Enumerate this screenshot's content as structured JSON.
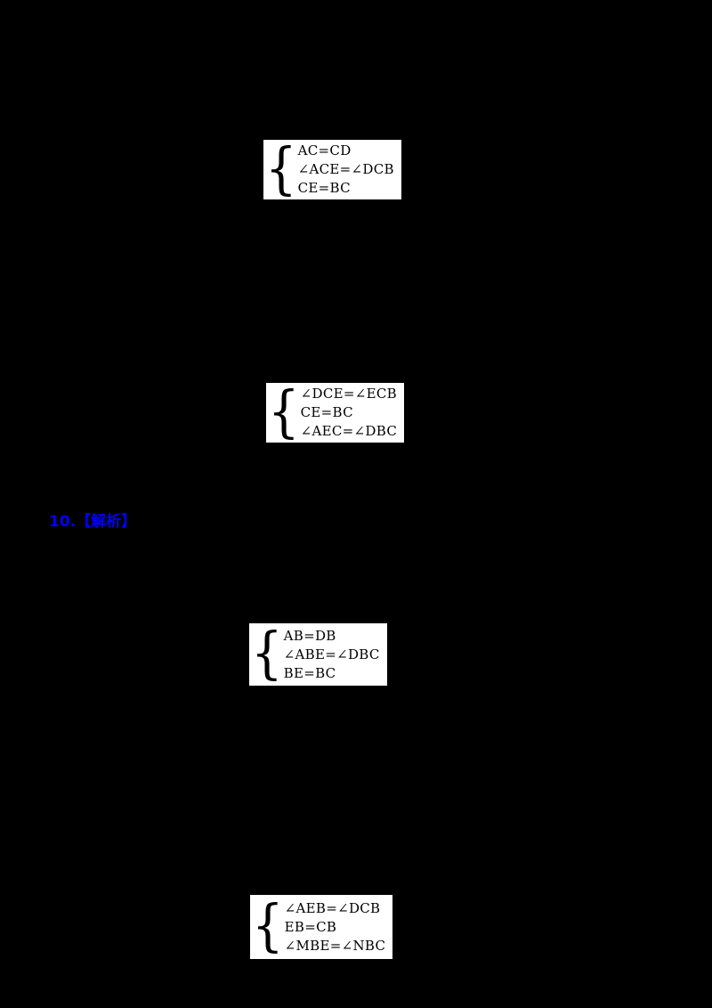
{
  "page": {
    "background_color": "#000000",
    "equation_box_background": "#ffffff",
    "equation_text_color": "#000000"
  },
  "labels": {
    "question_marker": "10.【解析】",
    "question_marker_color": "#0000ff"
  },
  "equation_blocks": [
    {
      "name": "system-of-conditions-1",
      "lines": [
        "AC=CD",
        "∠ACE=∠DCB",
        "CE=BC"
      ]
    },
    {
      "name": "system-of-conditions-2",
      "lines": [
        "∠DCE=∠ECB",
        "CE=BC",
        "∠AEC=∠DBC"
      ]
    },
    {
      "name": "system-of-conditions-3",
      "lines": [
        "AB=DB",
        "∠ABE=∠DBC",
        "BE=BC"
      ]
    },
    {
      "name": "system-of-conditions-4",
      "lines": [
        "∠AEB=∠DCB",
        "EB=CB",
        "∠MBE=∠NBC"
      ]
    }
  ]
}
